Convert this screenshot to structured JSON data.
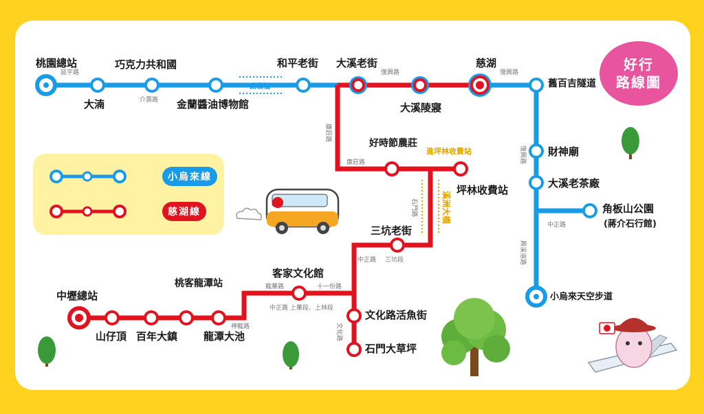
{
  "badge": {
    "line1": "好行",
    "line2": "路線圖"
  },
  "legend": {
    "blue_label": "小烏來線",
    "red_label": "慈湖線"
  },
  "colors": {
    "blue_line": "#1a9be6",
    "red_line": "#e0131f",
    "badge": "#e8559e",
    "frame": "#ffd21f",
    "legend_bg": "#fff3a3",
    "bridge_text": "#e0a400"
  },
  "stations": {
    "taoyuan_main": "桃園總站",
    "dapu": "大湳",
    "chocolate": "巧克力共和國",
    "soy_museum": "金蘭醬油博物館",
    "heping_street": "和平老街",
    "daxi_street": "大溪老街",
    "daxi_mausoleum": "大溪陵寢",
    "cihu": "慈湖",
    "jiubaiji_tunnel": "舊百吉隧道",
    "caishen_temple": "財神廟",
    "daxi_tea": "大溪老茶廠",
    "jiaobanshan_park": "角板山公園",
    "jiaobanshan_sub": "(蔣介石行館)",
    "xiaowulai": "小烏來天空步道",
    "haoshijie": "好時節農莊",
    "pinglin_toll_station": "坪林收費站",
    "sankeng_street": "三坑老街",
    "hakka_hall": "客家文化館",
    "wenhua_fish": "文化路活魚街",
    "shimen_grass": "石門大草坪",
    "zhongli_main": "中壢總站",
    "shanzaiding": "山仔頂",
    "bainian_town": "百年大鎮",
    "taoke_longtan": "桃客龍潭站",
    "longtan_pond": "龍潭大池"
  },
  "roads": {
    "yanping": "延平路",
    "jieshou": "介壽路",
    "fuxing_1": "復興路",
    "fuxing_2": "復興路",
    "fuxing_3": "復興路",
    "kangzhuang_v": "康莊路",
    "kangzhuang_h": "康莊路",
    "shimen": "石門路",
    "zhongzheng_east": "中正路",
    "zhongzheng_south": "中正路",
    "sankeng": "三坑段",
    "longhua": "龍華路",
    "shifen": "十一份路",
    "zhongzheng_shanghua": "中正路 上華段、上林段",
    "wenhua": "文化路",
    "shennong": "神龍路",
    "xingxi": "興溪道路"
  },
  "bridges": {
    "wuling": "武嶺橋",
    "pinglin_toll": "進坪林收費站",
    "xizhou": "溪洲大橋"
  }
}
